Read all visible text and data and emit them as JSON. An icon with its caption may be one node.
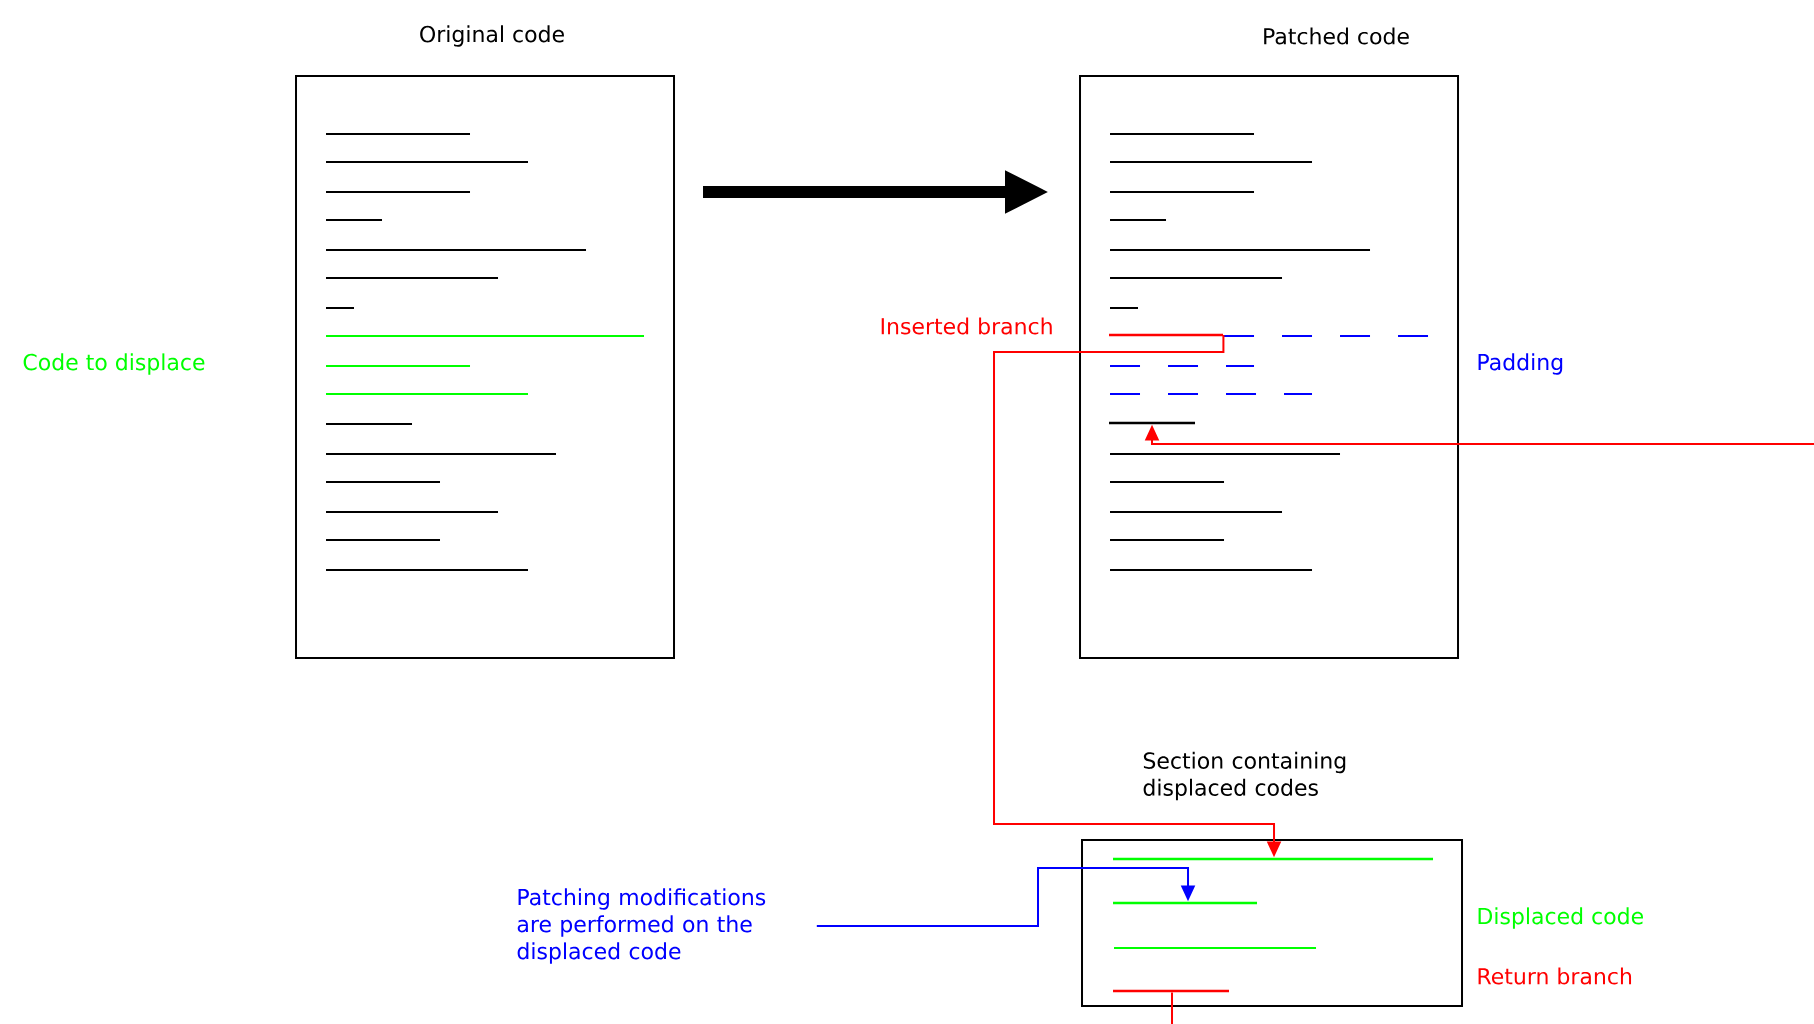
{
  "diagram": {
    "nodes": [
      {
        "text": [
          "Original code"
        ]
      },
      {
        "text": [
          "Patched code"
        ]
      },
      {
        "text": [
          "Section containing displaced codes"
        ]
      },
      {
        "text": [],
        "shape": "bar",
        "in": 1
      },
      {
        "text": [],
        "shape": "bar",
        "in": 1
      },
      {
        "text": [],
        "shape": "bar",
        "in": 2
      },
      {
        "text": [],
        "shape": "bar",
        "in": 2
      },
      {
        "text": [],
        "shape": "bar",
        "in": 2
      },
      {
        "text": [
          "Patching modifications are performed on the displaced code"
        ]
      }
    ],
    "edges": [
      {
        "from": 0,
        "to": 1,
        "arrow": "to",
        "style": "thick",
        "color": "#000000"
      },
      {
        "from": 3,
        "to": 5,
        "arrow": "to",
        "color": "#ff0000"
      },
      {
        "from": null,
        "to": 4,
        "arrow": "to",
        "color": "#ff0000"
      },
      {
        "from": 7,
        "to": null,
        "arrow": "none",
        "color": "#ff0000"
      },
      {
        "from": 8,
        "to": 6,
        "arrow": "to",
        "color": "#0000ff"
      }
    ],
    "labels": [
      "Code to displace",
      "Inserted branch",
      "Padding",
      "Displaced code",
      "Return branch"
    ]
  }
}
